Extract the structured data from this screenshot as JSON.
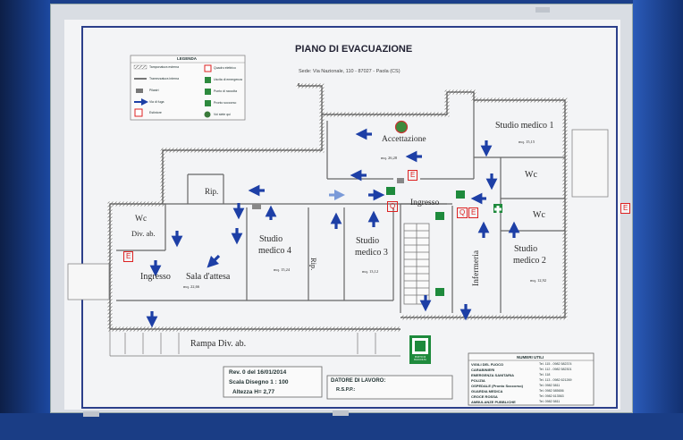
{
  "title": "PIANO DI EVACUAZIONE",
  "address": "Sede: Via Nazionale, 110 - 87027 - Paola (CS)",
  "legend": {
    "heading": "LEGENDA",
    "items": [
      {
        "label": "Tamponatura esterna"
      },
      {
        "label": "Quadro elettrico"
      },
      {
        "label": "Tramezzatura interna"
      },
      {
        "label": "Uscita di emergenza"
      },
      {
        "label": "Pilastri"
      },
      {
        "label": "Punto di raccolta"
      },
      {
        "label": "Via di fuga"
      },
      {
        "label": "Pronto soccorso"
      },
      {
        "label": "Estintore"
      },
      {
        "label": "Voi siete qui"
      }
    ]
  },
  "rooms": {
    "accettazione": "Accettazione",
    "accettazione_area": "mq. 26,28",
    "studio1": "Studio medico 1",
    "studio1_area": "mq. 15,15",
    "wc_right1": "Wc",
    "wc_right2": "Wc",
    "rip1": "Rip.",
    "rip2": "Rip.",
    "ingresso_center": "Ingresso",
    "wc_left": "Wc",
    "div_ab": "Div. ab.",
    "studio4a": "Studio",
    "studio4b": "medico 4",
    "studio4_area": "mq. 15,24",
    "studio3a": "Studio",
    "studio3b": "medico 3",
    "studio3_area": "mq. 13,12",
    "infermeria": "Infermeria",
    "studio2a": "Studio",
    "studio2b": "medico 2",
    "studio2_area": "mq. 12,92",
    "ingresso_left": "Ingresso",
    "sala": "Sala d'attesa",
    "sala_area": "mq. 22,66",
    "rampa": "Rampa Div. ab."
  },
  "signs": {
    "e": "E",
    "q": "Q"
  },
  "meeting_point": "PUNTO DI RACCOLTA",
  "revision": {
    "rev": "Rev. 0 del 16/01/2014",
    "scala": "Scala Disegno  1 : 100",
    "altezza": "Altezza  H= 2,77"
  },
  "datore": {
    "label": "DATORE DI LAVORO:",
    "rspp": "R.S.P.P.:"
  },
  "numbers": {
    "heading": "NUMERI UTILI",
    "rows": [
      {
        "name": "VIGILI DEL FUOCO",
        "num": "Tel. 115 - 0982 582374"
      },
      {
        "name": "CARABINIERI",
        "num": "Tel. 112 - 0982 582301"
      },
      {
        "name": "EMERGENZA SANITARIA",
        "num": "Tel. 118"
      },
      {
        "name": "POLIZIA",
        "num": "Tel. 113 - 0982 621269"
      },
      {
        "name": "OSPEDALE (Pronto Soccorso)",
        "num": "Tel. 0982 5811"
      },
      {
        "name": "GUARDIA MEDICA",
        "num": "Tel. 0982 585656"
      },
      {
        "name": "CROCE ROSSA",
        "num": "Tel. 0982 613563"
      },
      {
        "name": "AMBULANZE PUBBLICHE",
        "num": "Tel. 0982 5811"
      }
    ]
  }
}
